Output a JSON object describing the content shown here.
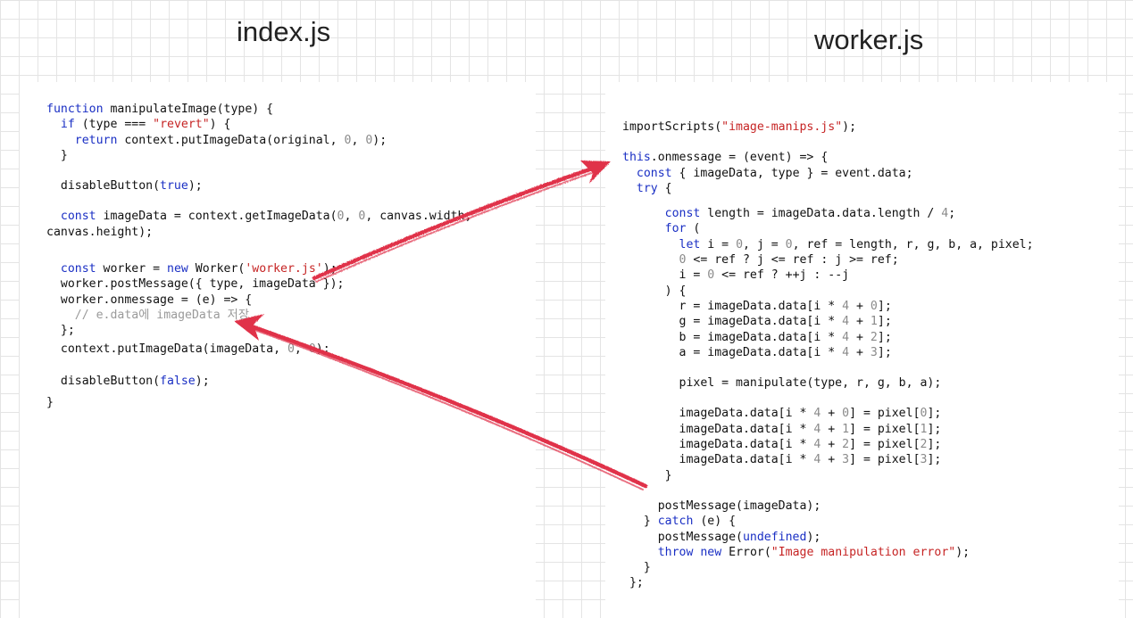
{
  "titles": {
    "left": "index.js",
    "right": "worker.js"
  },
  "code_left": [
    [
      {
        "t": "kw",
        "v": "function"
      },
      {
        "t": "",
        "v": " manipulateImage(type) {"
      }
    ],
    [
      {
        "t": "",
        "v": "  "
      },
      {
        "t": "kw",
        "v": "if"
      },
      {
        "t": "",
        "v": " (type === "
      },
      {
        "t": "str",
        "v": "\"revert\""
      },
      {
        "t": "",
        "v": ") {"
      }
    ],
    [
      {
        "t": "",
        "v": "    "
      },
      {
        "t": "kw",
        "v": "return"
      },
      {
        "t": "",
        "v": " context.putImageData(original, "
      },
      {
        "t": "num",
        "v": "0"
      },
      {
        "t": "",
        "v": ", "
      },
      {
        "t": "num",
        "v": "0"
      },
      {
        "t": "",
        "v": ");"
      }
    ],
    [
      {
        "t": "",
        "v": "  }"
      }
    ],
    {
      "gap": 17
    },
    [
      {
        "t": "",
        "v": "  disableButton("
      },
      {
        "t": "kw",
        "v": "true"
      },
      {
        "t": "",
        "v": ");"
      }
    ],
    {
      "gap": 17
    },
    [
      {
        "t": "",
        "v": "  "
      },
      {
        "t": "kw",
        "v": "const"
      },
      {
        "t": "",
        "v": " imageData = context.getImageData("
      },
      {
        "t": "num",
        "v": "0"
      },
      {
        "t": "",
        "v": ", "
      },
      {
        "t": "num",
        "v": "0"
      },
      {
        "t": "",
        "v": ", canvas.width,"
      }
    ],
    [
      {
        "t": "",
        "v": "canvas.height);"
      }
    ],
    {
      "gap": 24
    },
    [
      {
        "t": "",
        "v": "  "
      },
      {
        "t": "kw",
        "v": "const"
      },
      {
        "t": "",
        "v": " worker = "
      },
      {
        "t": "kw",
        "v": "new"
      },
      {
        "t": "",
        "v": " Worker("
      },
      {
        "t": "str",
        "v": "'worker.js'"
      },
      {
        "t": "",
        "v": ");"
      }
    ],
    [
      {
        "t": "",
        "v": "  worker.postMessage({ type, imageData });"
      }
    ],
    [
      {
        "t": "",
        "v": "  worker.onmessage = (e) => {"
      }
    ],
    [
      {
        "t": "cmt",
        "v": "    // e.data에 imageData 저장"
      }
    ],
    [
      {
        "t": "",
        "v": "  };"
      }
    ],
    {
      "gap": 3
    },
    [
      {
        "t": "",
        "v": "  context.putImageData(imageData, "
      },
      {
        "t": "num",
        "v": "0"
      },
      {
        "t": "",
        "v": ", "
      },
      {
        "t": "num",
        "v": "0"
      },
      {
        "t": "",
        "v": ");"
      }
    ],
    {
      "gap": 19
    },
    [
      {
        "t": "",
        "v": "  disableButton("
      },
      {
        "t": "kw",
        "v": "false"
      },
      {
        "t": "",
        "v": ");"
      }
    ],
    {
      "gap": 7
    },
    [
      {
        "t": "",
        "v": "}"
      }
    ]
  ],
  "code_right": [
    [
      {
        "t": "",
        "v": "importScripts("
      },
      {
        "t": "str",
        "v": "\"image-manips.js\""
      },
      {
        "t": "",
        "v": ");"
      }
    ],
    {
      "gap": 17
    },
    [
      {
        "t": "kw",
        "v": "this"
      },
      {
        "t": "",
        "v": ".onmessage = (event) => {"
      }
    ],
    [
      {
        "t": "",
        "v": "  "
      },
      {
        "t": "kw",
        "v": "const"
      },
      {
        "t": "",
        "v": " { imageData, type } = event.data;"
      }
    ],
    [
      {
        "t": "",
        "v": "  "
      },
      {
        "t": "kw",
        "v": "try"
      },
      {
        "t": "",
        "v": " {"
      }
    ],
    {
      "gap": 11
    },
    [
      {
        "t": "",
        "v": "      "
      },
      {
        "t": "kw",
        "v": "const"
      },
      {
        "t": "",
        "v": " length = imageData.data.length / "
      },
      {
        "t": "num",
        "v": "4"
      },
      {
        "t": "",
        "v": ";"
      }
    ],
    [
      {
        "t": "",
        "v": "      "
      },
      {
        "t": "kw",
        "v": "for"
      },
      {
        "t": "",
        "v": " ("
      }
    ],
    [
      {
        "t": "",
        "v": "        "
      },
      {
        "t": "kw",
        "v": "let"
      },
      {
        "t": "",
        "v": " i = "
      },
      {
        "t": "num",
        "v": "0"
      },
      {
        "t": "",
        "v": ", j = "
      },
      {
        "t": "num",
        "v": "0"
      },
      {
        "t": "",
        "v": ", ref = length, r, g, b, a, pixel;"
      }
    ],
    [
      {
        "t": "",
        "v": "        "
      },
      {
        "t": "num",
        "v": "0"
      },
      {
        "t": "",
        "v": " <= ref ? j <= ref : j >= ref;"
      }
    ],
    [
      {
        "t": "",
        "v": "        i = "
      },
      {
        "t": "num",
        "v": "0"
      },
      {
        "t": "",
        "v": " <= ref ? ++j : --j"
      }
    ],
    [
      {
        "t": "",
        "v": "      ) {"
      }
    ],
    [
      {
        "t": "",
        "v": "        r = imageData.data[i * "
      },
      {
        "t": "num",
        "v": "4"
      },
      {
        "t": "",
        "v": " + "
      },
      {
        "t": "num",
        "v": "0"
      },
      {
        "t": "",
        "v": "];"
      }
    ],
    [
      {
        "t": "",
        "v": "        g = imageData.data[i * "
      },
      {
        "t": "num",
        "v": "4"
      },
      {
        "t": "",
        "v": " + "
      },
      {
        "t": "num",
        "v": "1"
      },
      {
        "t": "",
        "v": "];"
      }
    ],
    [
      {
        "t": "",
        "v": "        b = imageData.data[i * "
      },
      {
        "t": "num",
        "v": "4"
      },
      {
        "t": "",
        "v": " + "
      },
      {
        "t": "num",
        "v": "2"
      },
      {
        "t": "",
        "v": "];"
      }
    ],
    [
      {
        "t": "",
        "v": "        a = imageData.data[i * "
      },
      {
        "t": "num",
        "v": "4"
      },
      {
        "t": "",
        "v": " + "
      },
      {
        "t": "num",
        "v": "3"
      },
      {
        "t": "",
        "v": "];"
      }
    ],
    {
      "gap": 17
    },
    [
      {
        "t": "",
        "v": "        pixel = manipulate(type, r, g, b, a);"
      }
    ],
    {
      "gap": 17
    },
    [
      {
        "t": "",
        "v": "        imageData.data[i * "
      },
      {
        "t": "num",
        "v": "4"
      },
      {
        "t": "",
        "v": " + "
      },
      {
        "t": "num",
        "v": "0"
      },
      {
        "t": "",
        "v": "] = pixel["
      },
      {
        "t": "num",
        "v": "0"
      },
      {
        "t": "",
        "v": "];"
      }
    ],
    [
      {
        "t": "",
        "v": "        imageData.data[i * "
      },
      {
        "t": "num",
        "v": "4"
      },
      {
        "t": "",
        "v": " + "
      },
      {
        "t": "num",
        "v": "1"
      },
      {
        "t": "",
        "v": "] = pixel["
      },
      {
        "t": "num",
        "v": "1"
      },
      {
        "t": "",
        "v": "];"
      }
    ],
    [
      {
        "t": "",
        "v": "        imageData.data[i * "
      },
      {
        "t": "num",
        "v": "4"
      },
      {
        "t": "",
        "v": " + "
      },
      {
        "t": "num",
        "v": "2"
      },
      {
        "t": "",
        "v": "] = pixel["
      },
      {
        "t": "num",
        "v": "2"
      },
      {
        "t": "",
        "v": "];"
      }
    ],
    [
      {
        "t": "",
        "v": "        imageData.data[i * "
      },
      {
        "t": "num",
        "v": "4"
      },
      {
        "t": "",
        "v": " + "
      },
      {
        "t": "num",
        "v": "3"
      },
      {
        "t": "",
        "v": "] = pixel["
      },
      {
        "t": "num",
        "v": "3"
      },
      {
        "t": "",
        "v": "];"
      }
    ],
    [
      {
        "t": "",
        "v": "      }"
      }
    ],
    {
      "gap": 17
    },
    [
      {
        "t": "",
        "v": "     postMessage(imageData);"
      }
    ],
    [
      {
        "t": "",
        "v": "   } "
      },
      {
        "t": "kw",
        "v": "catch"
      },
      {
        "t": "",
        "v": " (e) {"
      }
    ],
    [
      {
        "t": "",
        "v": "     postMessage("
      },
      {
        "t": "kw",
        "v": "undefined"
      },
      {
        "t": "",
        "v": ");"
      }
    ],
    [
      {
        "t": "",
        "v": "     "
      },
      {
        "t": "kw",
        "v": "throw"
      },
      {
        "t": "",
        "v": " "
      },
      {
        "t": "kw",
        "v": "new"
      },
      {
        "t": "",
        "v": " Error("
      },
      {
        "t": "str",
        "v": "\"Image manipulation error\""
      },
      {
        "t": "",
        "v": ");"
      }
    ],
    [
      {
        "t": "",
        "v": "   }"
      }
    ],
    [
      {
        "t": "",
        "v": " };"
      }
    ]
  ],
  "colors": {
    "keyword": "#1a2fc4",
    "string": "#c62424",
    "number": "#8a8a8a",
    "comment": "#9a9a9a",
    "arrow": "#e03048"
  }
}
